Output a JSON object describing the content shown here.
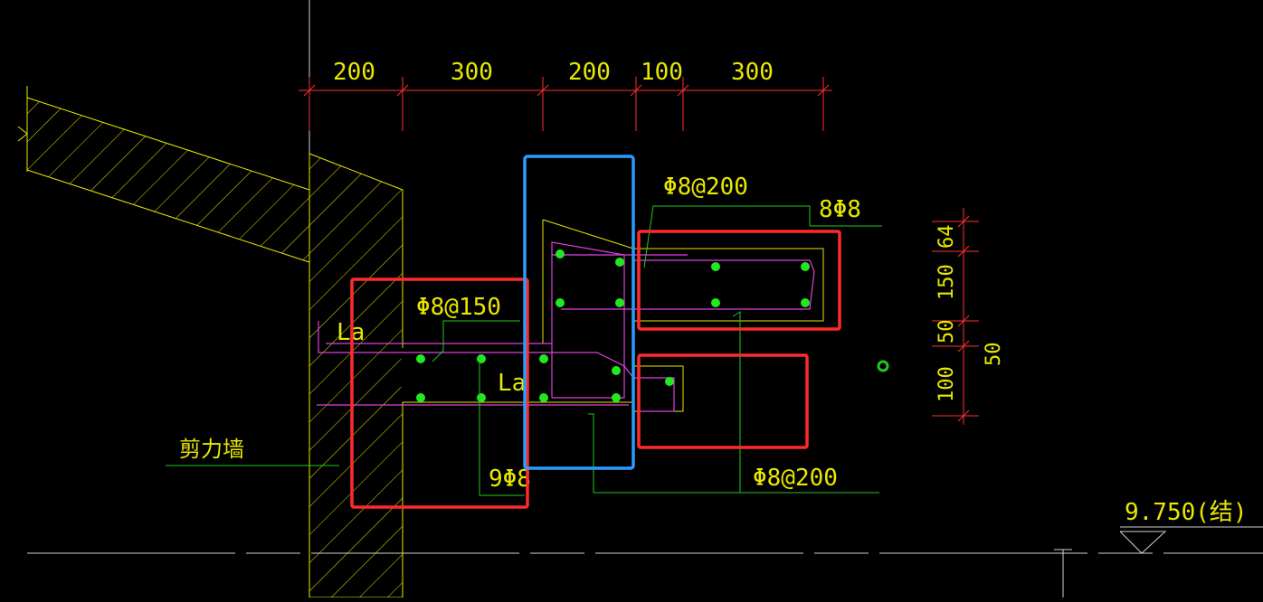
{
  "colors": {
    "background": "#000000",
    "dimension": "#ff3030",
    "text": "#e8e800",
    "leader": "#22c822",
    "concrete": "#e8e800",
    "rebar": "#e040e0",
    "rebar_dot": "#22e822",
    "highlight_red": "#ff2a2a",
    "highlight_blue": "#2a9cff",
    "axis": "#d0d0d0"
  },
  "top_dimensions": [
    "200",
    "300",
    "200",
    "100",
    "300"
  ],
  "side_dimensions": [
    "64",
    "150",
    "50",
    "100"
  ],
  "side_dimension_outer": "50",
  "annotations": {
    "stirrup_upper": "Φ8@200",
    "bars_upper": "8Φ8",
    "stirrup_left": "Φ8@150",
    "bars_left": "9Φ8",
    "stirrup_lower": "Φ8@200",
    "anchor_1": "La",
    "anchor_2": "La",
    "wall_label": "剪力墙",
    "elevation": "9.750(结)"
  },
  "icons": {
    "elevation_marker": "triangle-elevation-icon",
    "point_marker": "circle-point-icon"
  }
}
